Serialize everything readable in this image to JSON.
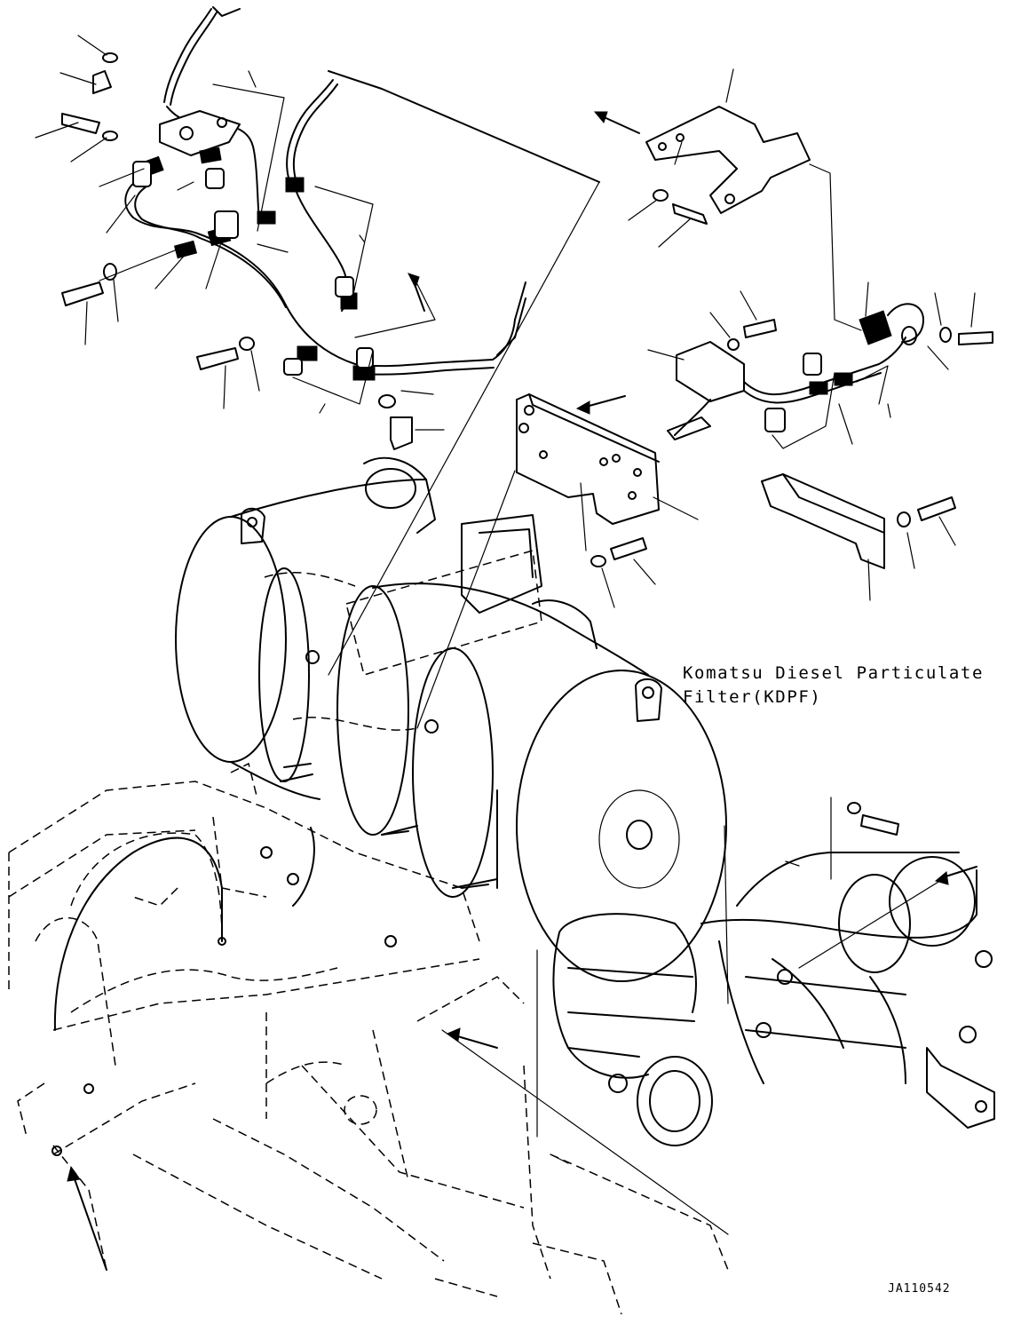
{
  "diagram": {
    "component_label_line1": "Komatsu Diesel Particulate",
    "component_label_line2": "Filter(KDPF)",
    "drawing_code": "JA110542"
  }
}
